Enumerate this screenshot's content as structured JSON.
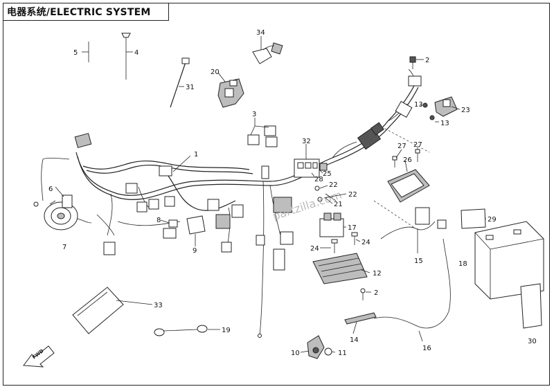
{
  "title": "电器系统/ELECTRIC SYSTEM",
  "watermark": "partzilla.com",
  "fwd_label": "FWD",
  "callouts": {
    "c1": "1",
    "c2a": "2",
    "c2b": "2",
    "c3": "3",
    "c4": "4",
    "c5": "5",
    "c6": "6",
    "c7": "7",
    "c8": "8",
    "c9": "9",
    "c10": "10",
    "c11": "11",
    "c12": "12",
    "c13a": "13",
    "c13b": "13",
    "c14": "14",
    "c15": "15",
    "c16": "16",
    "c17": "17",
    "c18": "18",
    "c19": "19",
    "c20": "20",
    "c21": "21",
    "c22a": "22",
    "c22b": "22",
    "c23": "23",
    "c24a": "24",
    "c24b": "24",
    "c25": "25",
    "c26": "26",
    "c27a": "27",
    "c27b": "27",
    "c28": "28",
    "c29": "29",
    "c30": "30",
    "c31": "31",
    "c32": "32",
    "c33": "33",
    "c34": "34"
  }
}
